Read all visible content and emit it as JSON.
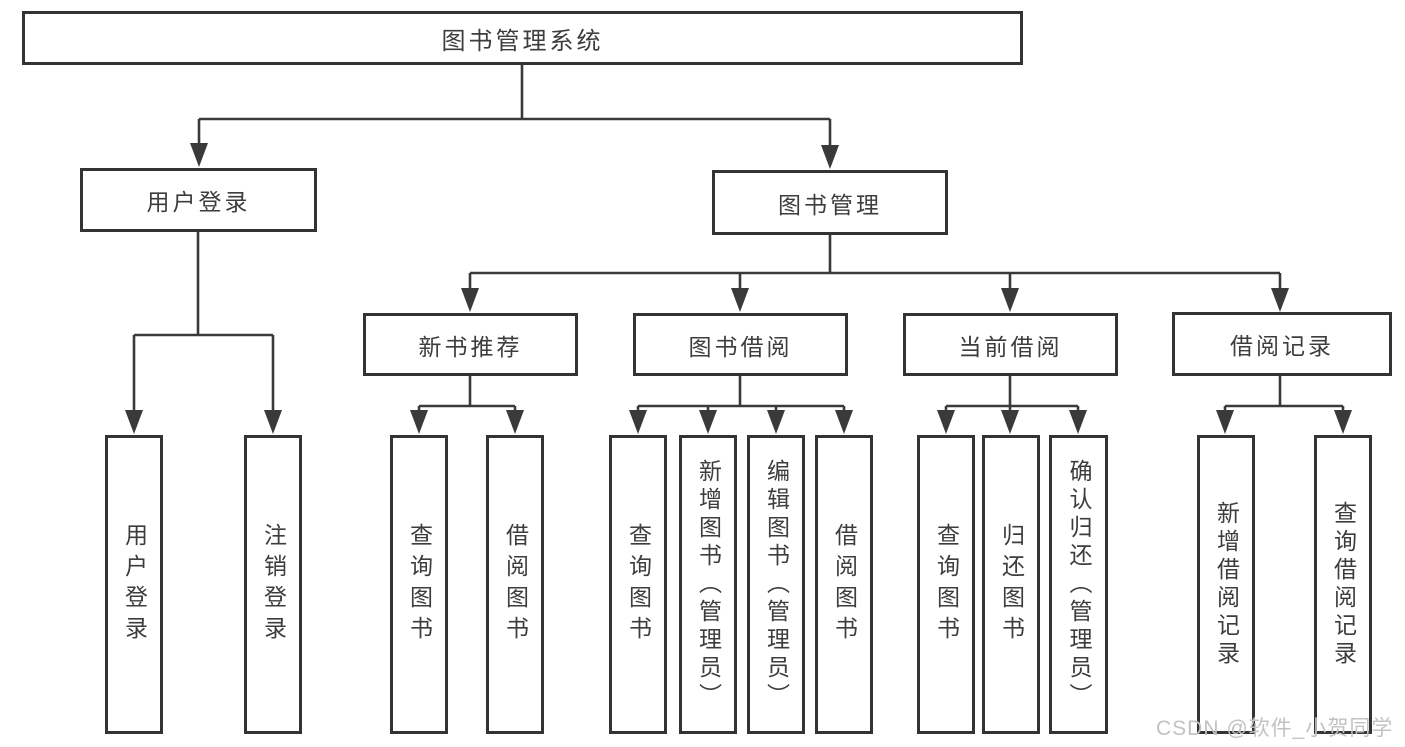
{
  "tree": {
    "label": "图书管理系统",
    "children": [
      {
        "label": "用户登录",
        "children": [
          {
            "label": "用户登录"
          },
          {
            "label": "注销登录"
          }
        ]
      },
      {
        "label": "图书管理",
        "children": [
          {
            "label": "新书推荐",
            "children": [
              {
                "label": "查询图书"
              },
              {
                "label": "借阅图书"
              }
            ]
          },
          {
            "label": "图书借阅",
            "children": [
              {
                "label": "查询图书"
              },
              {
                "label": "新增图书（管理员）"
              },
              {
                "label": "编辑图书（管理员）"
              },
              {
                "label": "借阅图书"
              }
            ]
          },
          {
            "label": "当前借阅",
            "children": [
              {
                "label": "查询图书"
              },
              {
                "label": "归还图书"
              },
              {
                "label": "确认归还（管理员）"
              }
            ]
          },
          {
            "label": "借阅记录",
            "children": [
              {
                "label": "新增借阅记录"
              },
              {
                "label": "查询借阅记录"
              }
            ]
          }
        ]
      }
    ]
  },
  "watermark": "CSDN @软件_小贺同学",
  "colors": {
    "line": "#3a3a3a",
    "border": "#333333",
    "text": "#3d3d3d",
    "background": "#ffffff",
    "watermark": "#c2c2c2"
  }
}
